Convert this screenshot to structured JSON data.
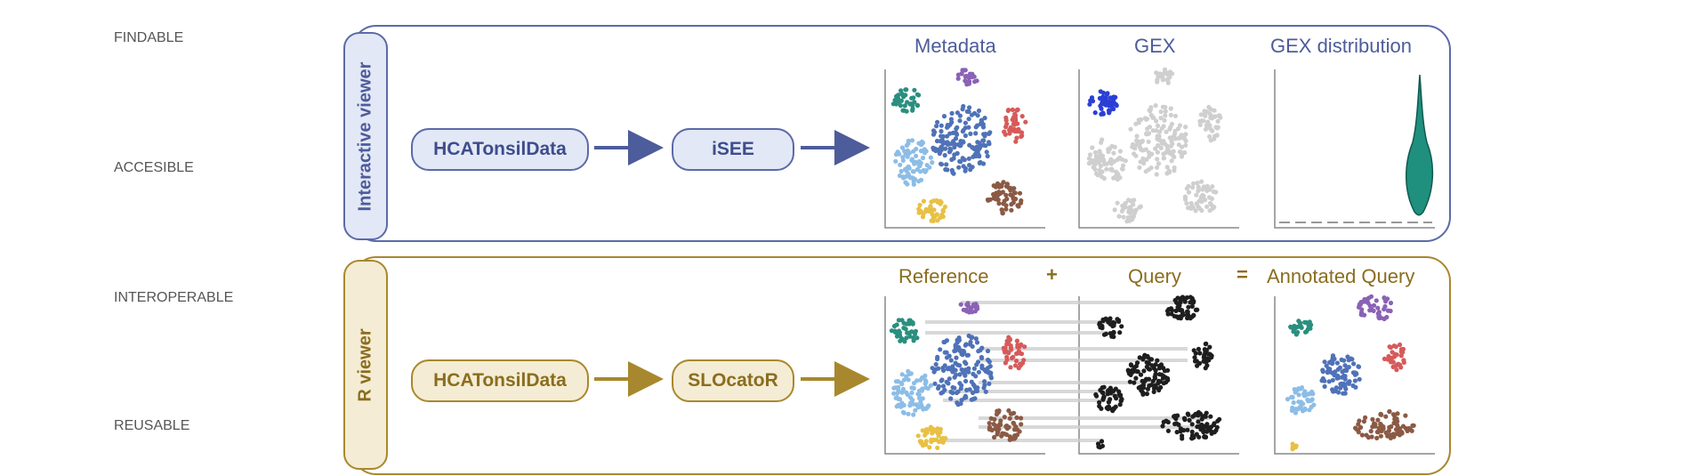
{
  "fair": [
    {
      "letter": "F",
      "rest": "INDABLE"
    },
    {
      "letter": "A",
      "rest": "CCESIBLE"
    },
    {
      "letter": "I",
      "rest": "NTEROPERABLE"
    },
    {
      "letter": "R",
      "rest": "EUSABLE"
    }
  ],
  "interactive": {
    "tab_label": "Interactive viewer",
    "source": "HCATonsilData",
    "tool": "iSEE",
    "panels": [
      "Metadata",
      "GEX",
      "GEX distribution"
    ]
  },
  "r_viewer": {
    "tab_label": "R viewer",
    "source": "HCATonsilData",
    "tool": "SLOcatoR",
    "reference": "Reference",
    "plus": "+",
    "query": "Query",
    "equals": "=",
    "annotated": "Annotated Query"
  },
  "colors": {
    "blue": "#5b6aa8",
    "gold": "#a8882e",
    "teal": "#2a8f7f",
    "purple": "#8b62b5",
    "cell_blue": "#4f72b8",
    "light_blue": "#8cbde6",
    "red": "#d75a5a",
    "brown": "#8b5a45",
    "yellow": "#e8c044",
    "gex_dark": "#2b3fd6",
    "grey": "#cfcfcf",
    "black": "#1e1e1e",
    "violin": "#1f8f7e"
  }
}
